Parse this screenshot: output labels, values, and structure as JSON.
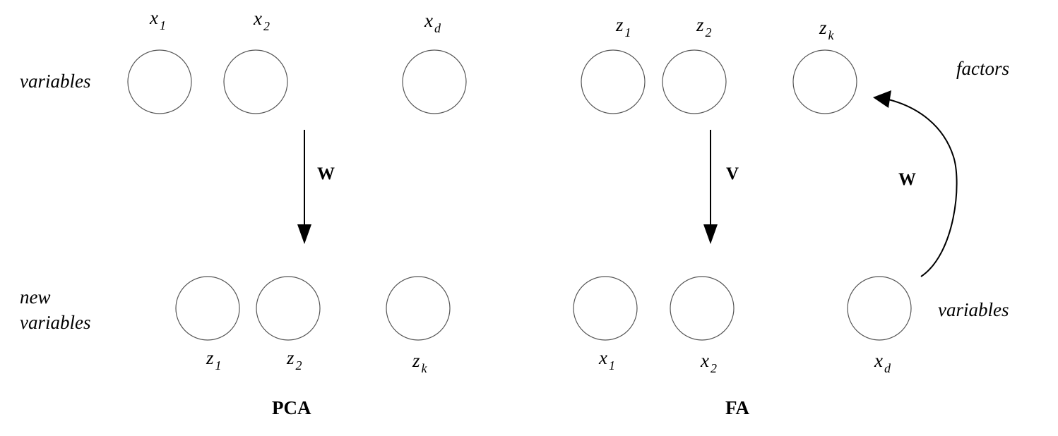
{
  "pca": {
    "title": "PCA",
    "top_label": "variables",
    "bottom_label_line1": "new",
    "bottom_label_line2": "variables",
    "matrix": "W",
    "top_nodes": [
      {
        "base": "x",
        "sub": "1"
      },
      {
        "base": "x",
        "sub": "2"
      },
      {
        "base": "x",
        "sub": "d"
      }
    ],
    "bottom_nodes": [
      {
        "base": "z",
        "sub": "1"
      },
      {
        "base": "z",
        "sub": "2"
      },
      {
        "base": "z",
        "sub": "k"
      }
    ]
  },
  "fa": {
    "title": "FA",
    "top_label": "factors",
    "bottom_label": "variables",
    "matrix_down": "V",
    "matrix_up": "W",
    "top_nodes": [
      {
        "base": "z",
        "sub": "1"
      },
      {
        "base": "z",
        "sub": "2"
      },
      {
        "base": "z",
        "sub": "k"
      }
    ],
    "bottom_nodes": [
      {
        "base": "x",
        "sub": "1"
      },
      {
        "base": "x",
        "sub": "2"
      },
      {
        "base": "x",
        "sub": "d"
      }
    ]
  }
}
